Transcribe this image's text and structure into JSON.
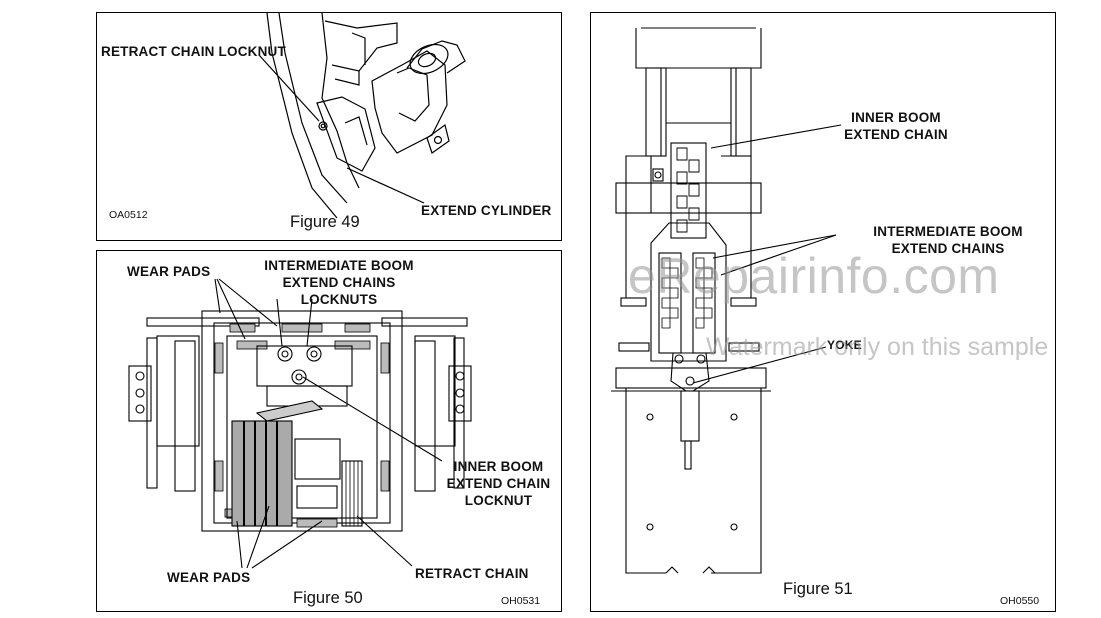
{
  "figure49": {
    "caption": "Figure 49",
    "code": "OA0512",
    "labels": {
      "retract_chain_locknut": "RETRACT CHAIN LOCKNUT",
      "extend_cylinder": "EXTEND CYLINDER"
    }
  },
  "figure50": {
    "caption": "Figure 50",
    "code": "OH0531",
    "labels": {
      "wear_pads_top": "WEAR PADS",
      "intermediate_line1": "INTERMEDIATE BOOM",
      "intermediate_line2": "EXTEND CHAINS",
      "intermediate_line3": "LOCKNUTS",
      "inner_line1": "INNER BOOM",
      "inner_line2": "EXTEND CHAIN",
      "inner_line3": "LOCKNUT",
      "wear_pads_bottom": "WEAR PADS",
      "retract_chain": "RETRACT CHAIN"
    }
  },
  "figure51": {
    "caption": "Figure 51",
    "code": "OH0550",
    "labels": {
      "inner_line1": "INNER BOOM",
      "inner_line2": "EXTEND CHAIN",
      "intermediate_line1": "INTERMEDIATE BOOM",
      "intermediate_line2": "EXTEND CHAINS",
      "yoke": "YOKE"
    }
  },
  "watermark": {
    "main": "eRepairinfo.com",
    "sub": "Watermark only on this sample"
  }
}
